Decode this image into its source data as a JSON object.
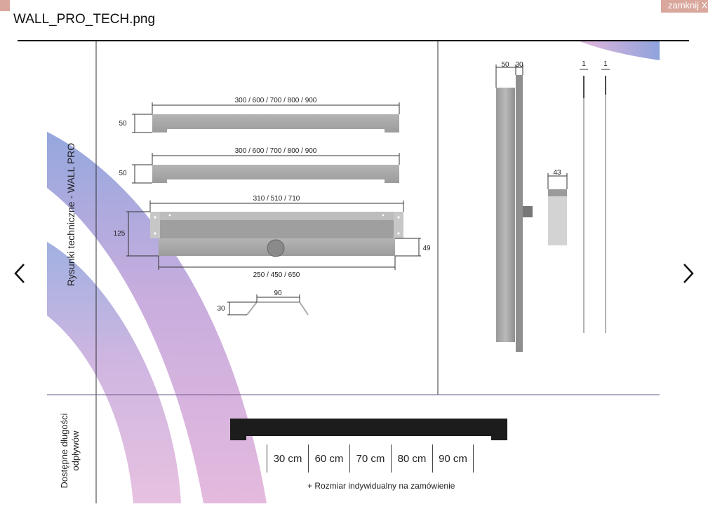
{
  "viewer": {
    "file_name": "WALL_PRO_TECH.png",
    "close_label": "zamknij X",
    "prev_icon": "chevron-left-icon",
    "next_icon": "chevron-right-icon"
  },
  "drawing": {
    "section_tech_label": "Rysunki techniczne - WALL PRO",
    "section_lengths_label_line1": "Dostępne długości",
    "section_lengths_label_line2": "odpływów",
    "dim_top_bar_length": "300 / 600 / 700 / 800 / 900",
    "dim_top_bar_height": "50",
    "dim_second_bar_length": "300 / 600 / 700 / 800 / 900",
    "dim_second_bar_height": "50",
    "dim_box_top": "310 / 510 / 710",
    "dim_box_height": "125",
    "dim_box_depth": "49",
    "dim_box_bottom": "250 / 450 / 650",
    "dim_profile_width": "90",
    "dim_profile_height": "30",
    "dim_side_50": "50",
    "dim_side_30": "30",
    "dim_side_43": "43",
    "dim_plate_1a": "1",
    "dim_plate_1b": "1",
    "lengths": [
      "30 cm",
      "60 cm",
      "70 cm",
      "80 cm",
      "90 cm"
    ],
    "custom_note": "+ Rozmiar indywidualny na zamówienie",
    "colors": {
      "accent_blue": "#8fa3dc",
      "accent_pink": "#e3b6dc",
      "steel": "#a8a8a8",
      "black_bar": "#1c1c1c",
      "close_bg": "#d9a79c"
    }
  }
}
